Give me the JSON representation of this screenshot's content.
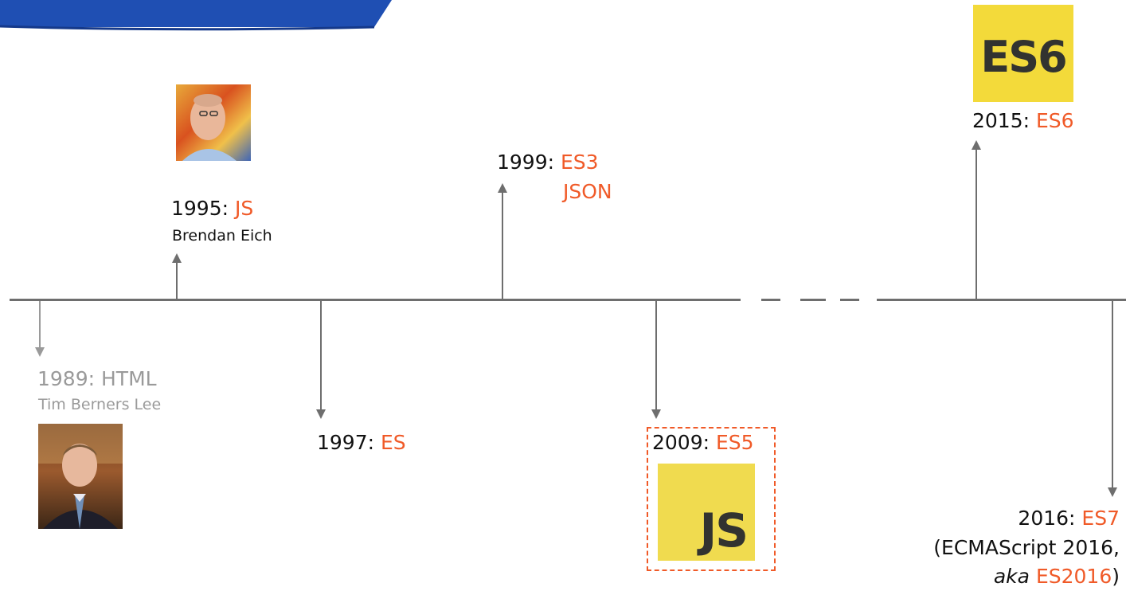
{
  "events": {
    "e1989": {
      "year": "1989: HTML",
      "person": "Tim Berners Lee"
    },
    "e1995": {
      "year": "1995:",
      "name": "JS",
      "person": "Brendan Eich"
    },
    "e1997": {
      "year": "1997:",
      "name": "ES"
    },
    "e1999": {
      "year": "1999:",
      "name1": "ES3",
      "name2": "JSON"
    },
    "e2009": {
      "year": "2009:",
      "name": "ES5"
    },
    "e2015": {
      "year": "2015:",
      "name": "ES6"
    },
    "e2016": {
      "year": "2016:",
      "name": "ES7",
      "line2": "(ECMAScript 2016,",
      "aka": "aka",
      "alias": "ES2016",
      "close": ")"
    }
  },
  "logos": {
    "es6": "ES6",
    "js": "JS"
  },
  "colors": {
    "accent": "#f05a28",
    "banner": "#1f4fb3",
    "line": "#6e6e6e",
    "faded": "#9a9a9a",
    "logo_yellow": "#f3da3a"
  }
}
